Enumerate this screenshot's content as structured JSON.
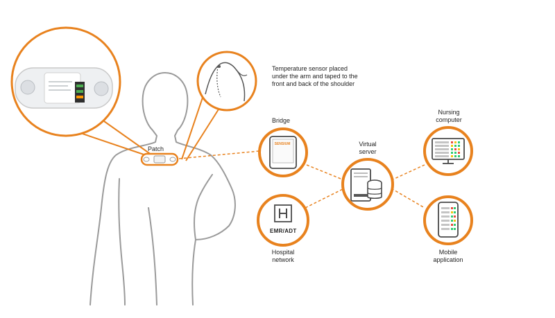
{
  "labels": {
    "patch": "Patch",
    "temp_sensor_line1": "Temperature sensor placed",
    "temp_sensor_line2": "under the arm and taped to the",
    "temp_sensor_line3": "front and back of the shoulder",
    "bridge": "Bridge",
    "virtual_server_line1": "Virtual",
    "virtual_server_line2": "server",
    "nursing_line1": "Nursing",
    "nursing_line2": "computer",
    "mobile_line1": "Mobile",
    "mobile_line2": "application",
    "hospital_line1": "Hospital",
    "hospital_line2": "network",
    "emr": "EMR/ADT",
    "bridge_screen_text": "SENSIUM"
  },
  "colors": {
    "accent": "#E8821E",
    "figure_outline": "#9a9a9a",
    "device_gray": "#bdbdbd"
  }
}
